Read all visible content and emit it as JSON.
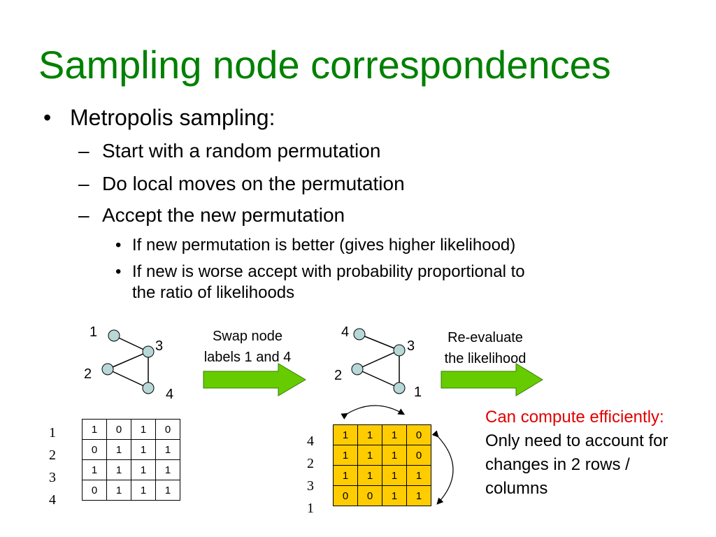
{
  "title": "Sampling node correspondences",
  "bullets": {
    "main": "Metropolis sampling:",
    "sub": [
      "Start with a random permutation",
      "Do local moves on the permutation",
      "Accept the new permutation"
    ],
    "subsub": [
      "If new permutation is better (gives higher likelihood)",
      "If new is worse accept with probability proportional to",
      "the ratio of likelihoods"
    ],
    "marks": {
      "main": "•",
      "sub": "–",
      "subsub": "•"
    }
  },
  "graph_left": {
    "labels": [
      "1",
      "3",
      "2",
      "4"
    ]
  },
  "graph_right": {
    "labels": [
      "4",
      "3",
      "2",
      "1"
    ]
  },
  "arrow_left_caption": [
    "Swap node",
    "labels 1 and 4"
  ],
  "arrow_right_caption": [
    "Re-evaluate",
    "the likelihood"
  ],
  "matrix_left": {
    "row_labels": [
      "1",
      "2",
      "3",
      "4"
    ],
    "rows": [
      [
        "1",
        "0",
        "1",
        "0"
      ],
      [
        "0",
        "1",
        "1",
        "1"
      ],
      [
        "1",
        "1",
        "1",
        "1"
      ],
      [
        "0",
        "1",
        "1",
        "1"
      ]
    ]
  },
  "matrix_right": {
    "row_labels": [
      "4",
      "2",
      "3",
      "1"
    ],
    "rows": [
      [
        "1",
        "1",
        "1",
        "0"
      ],
      [
        "1",
        "1",
        "1",
        "0"
      ],
      [
        "1",
        "1",
        "1",
        "1"
      ],
      [
        "0",
        "0",
        "1",
        "1"
      ]
    ]
  },
  "note": {
    "highlight": "Can compute efficiently:",
    "lines": [
      "Only need to account for",
      "changes in 2 rows /",
      "columns"
    ]
  },
  "colors": {
    "title": "#008000",
    "arrow": "#66cc00",
    "node": "#b8d8d8",
    "matrix_highlight": "#ffcc00",
    "note_highlight": "#e00000"
  }
}
